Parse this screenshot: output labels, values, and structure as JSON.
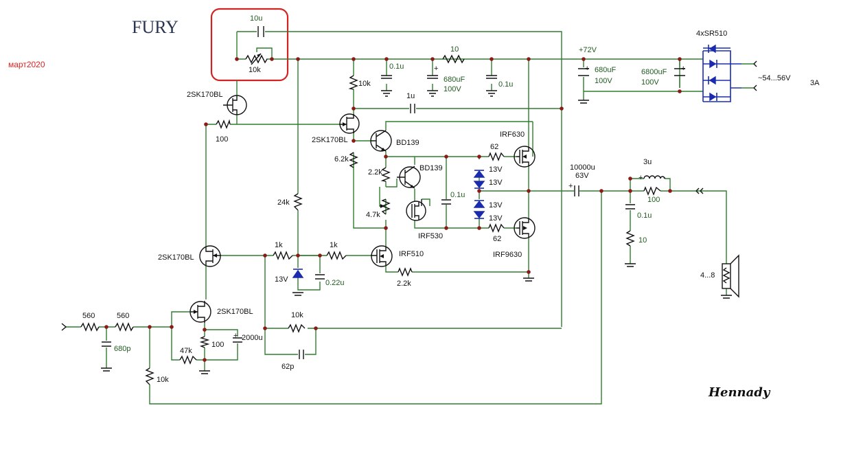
{
  "title": "FURY",
  "date_note": "март2020",
  "signature": "Hennady",
  "labels": {
    "c10u": "10u",
    "r10k_trim": "10k",
    "c01u_a": "0.1u",
    "r10": "10",
    "c680uf": "680uF",
    "c680uf_v": "100V",
    "c01u_b": "0.1u",
    "v72": "+72V",
    "c680uf2": "680uF",
    "c680uf2_v": "100V",
    "c6800uf": "6800uF",
    "c6800uf_v": "100V",
    "rect": "4xSR510",
    "vin": "~54...56V",
    "amp": "3A",
    "r10k_b": "10k",
    "c1u": "1u",
    "j1": "2SK170BL",
    "r100a": "100",
    "j2": "2SK170BL",
    "bd139a": "BD139",
    "r62a": "62",
    "irf630": "IRF630",
    "r62k": "6.2k",
    "r22k": "2.2k",
    "bd139b": "BD139",
    "z13a": "13V",
    "z13b": "13V",
    "c01u_c": "0.1u",
    "z13c": "13V",
    "z13d": "13V",
    "c10000": "10000u",
    "c10000_v": "63V",
    "l3u": "3u",
    "r100b": "100",
    "c01u_d": "0.1u",
    "r10c": "10",
    "r24k": "24k",
    "r47k": "4.7k",
    "irf530": "IRF530",
    "r62b": "62",
    "irf9630": "IRF9630",
    "j3": "2SK170BL",
    "r1ka": "1k",
    "r1kb": "1k",
    "irf510": "IRF510",
    "z13e": "13V",
    "c022u": "0.22u",
    "r22k_b": "2.2k",
    "spk": "4...8",
    "r560a": "560",
    "r560b": "560",
    "c680p": "680p",
    "j4": "2SK170BL",
    "r10k_fb": "10k",
    "r47kb": "47k",
    "r100c": "100",
    "c2000u": "2000u",
    "c62p": "62p",
    "r10k_in": "10k"
  },
  "highlight_color": "#d22222",
  "wire_color": "#2e7d2e",
  "diode_color": "#1a2bb0"
}
